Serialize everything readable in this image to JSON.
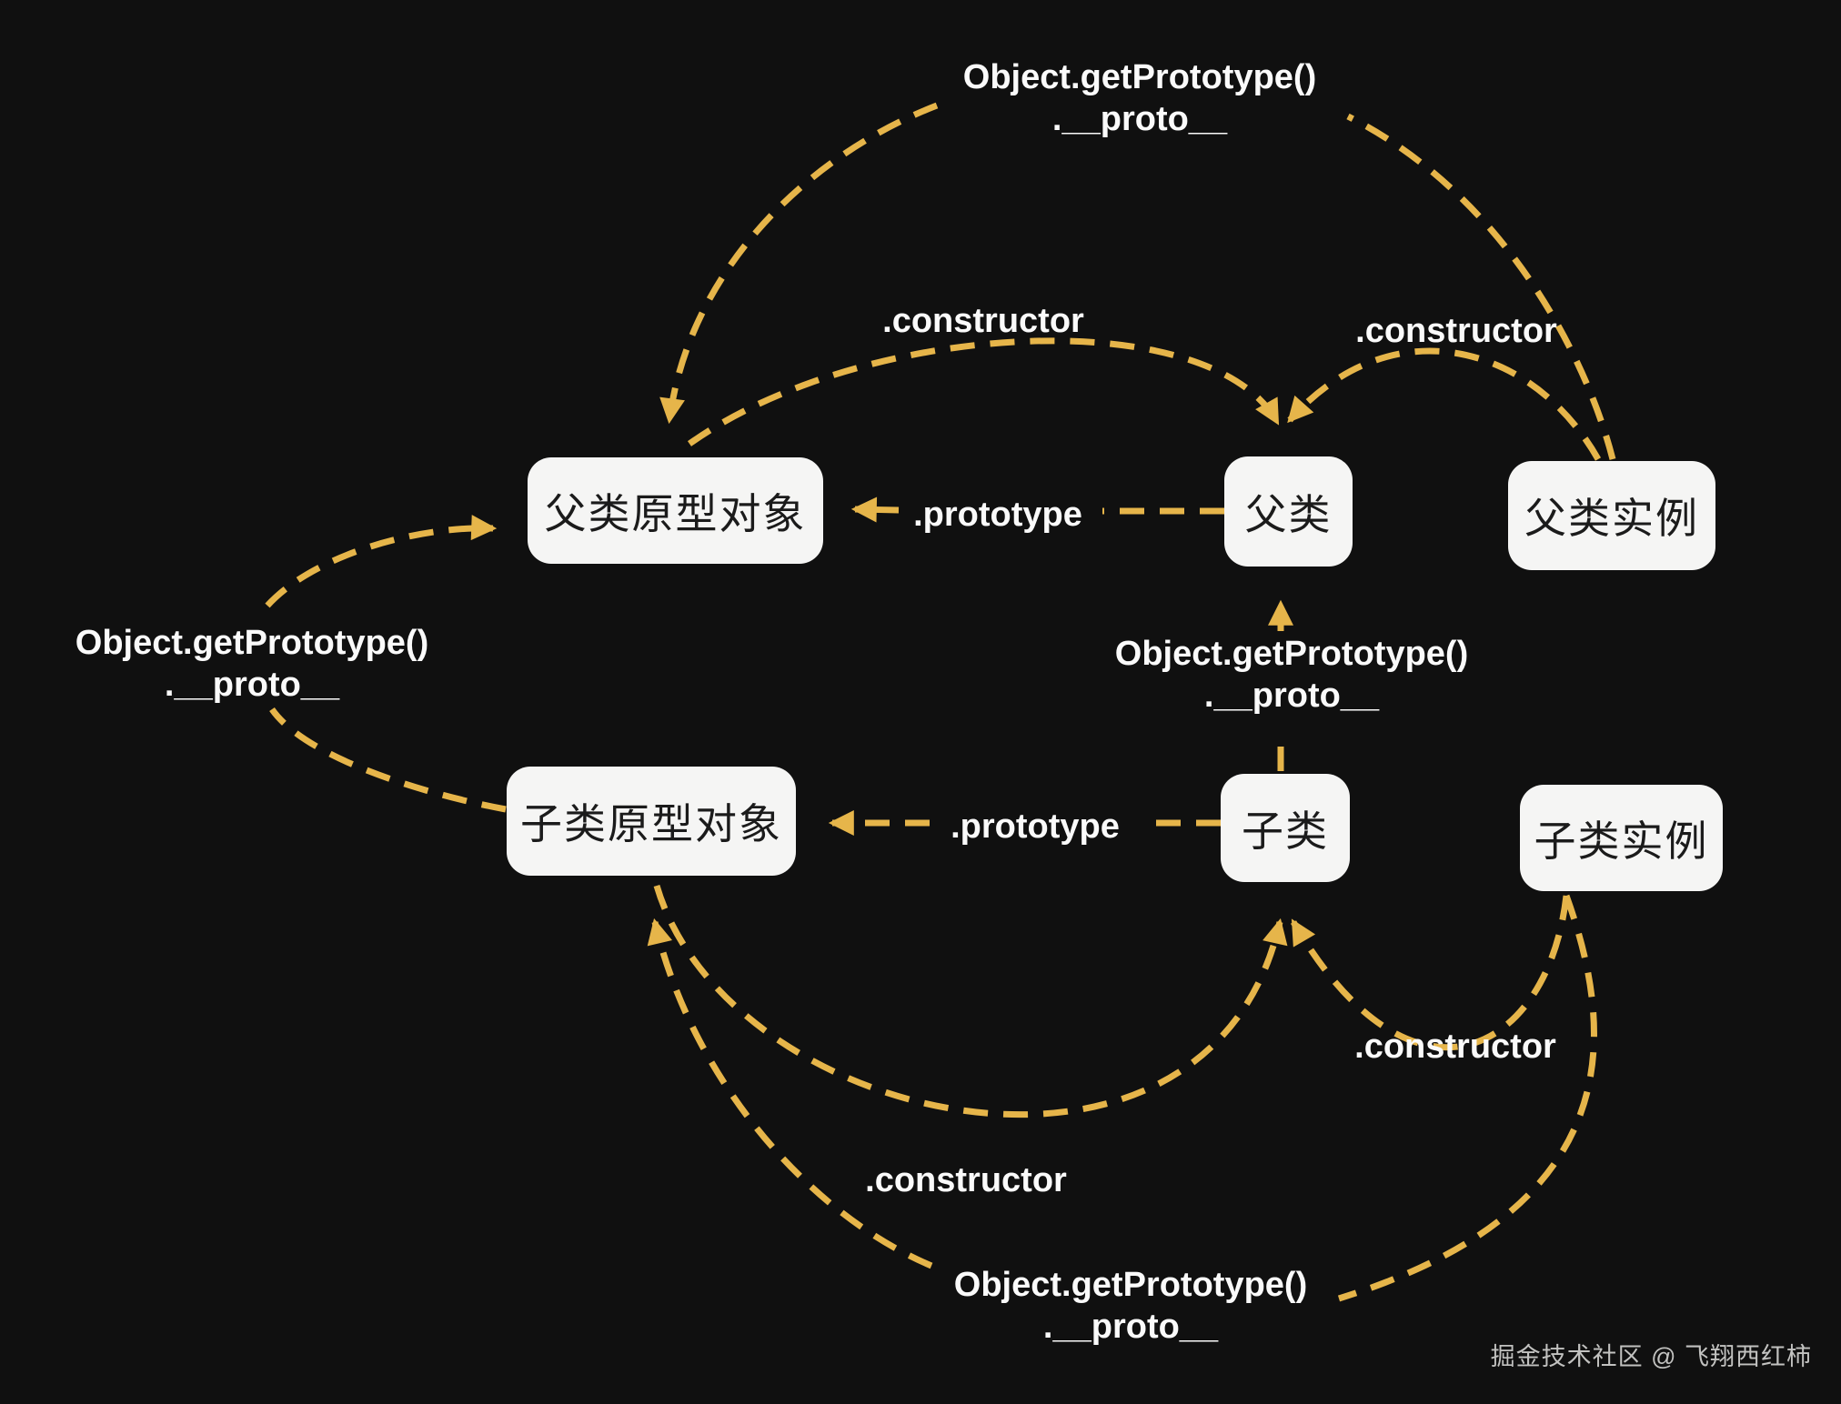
{
  "colors": {
    "background": "#101010",
    "accent_yellow": "#E6B54A",
    "node_background": "#F5F5F4",
    "node_text": "#1B1B1B",
    "label_text": "#FAFAFA",
    "watermark_text": "#C2C2C0"
  },
  "nodes": {
    "parent_prototype": "父类原型对象",
    "parent_class": "父类",
    "parent_instance": "父类实例",
    "child_prototype": "子类原型对象",
    "child_class": "子类",
    "child_instance": "子类实例"
  },
  "edges": {
    "getproto": {
      "line1": "Object.getPrototype()",
      "line2": ".__proto__"
    },
    "constructor_label": ".constructor",
    "prototype_label": ".prototype"
  },
  "watermark": "掘金技术社区 @ 飞翔西红柿"
}
